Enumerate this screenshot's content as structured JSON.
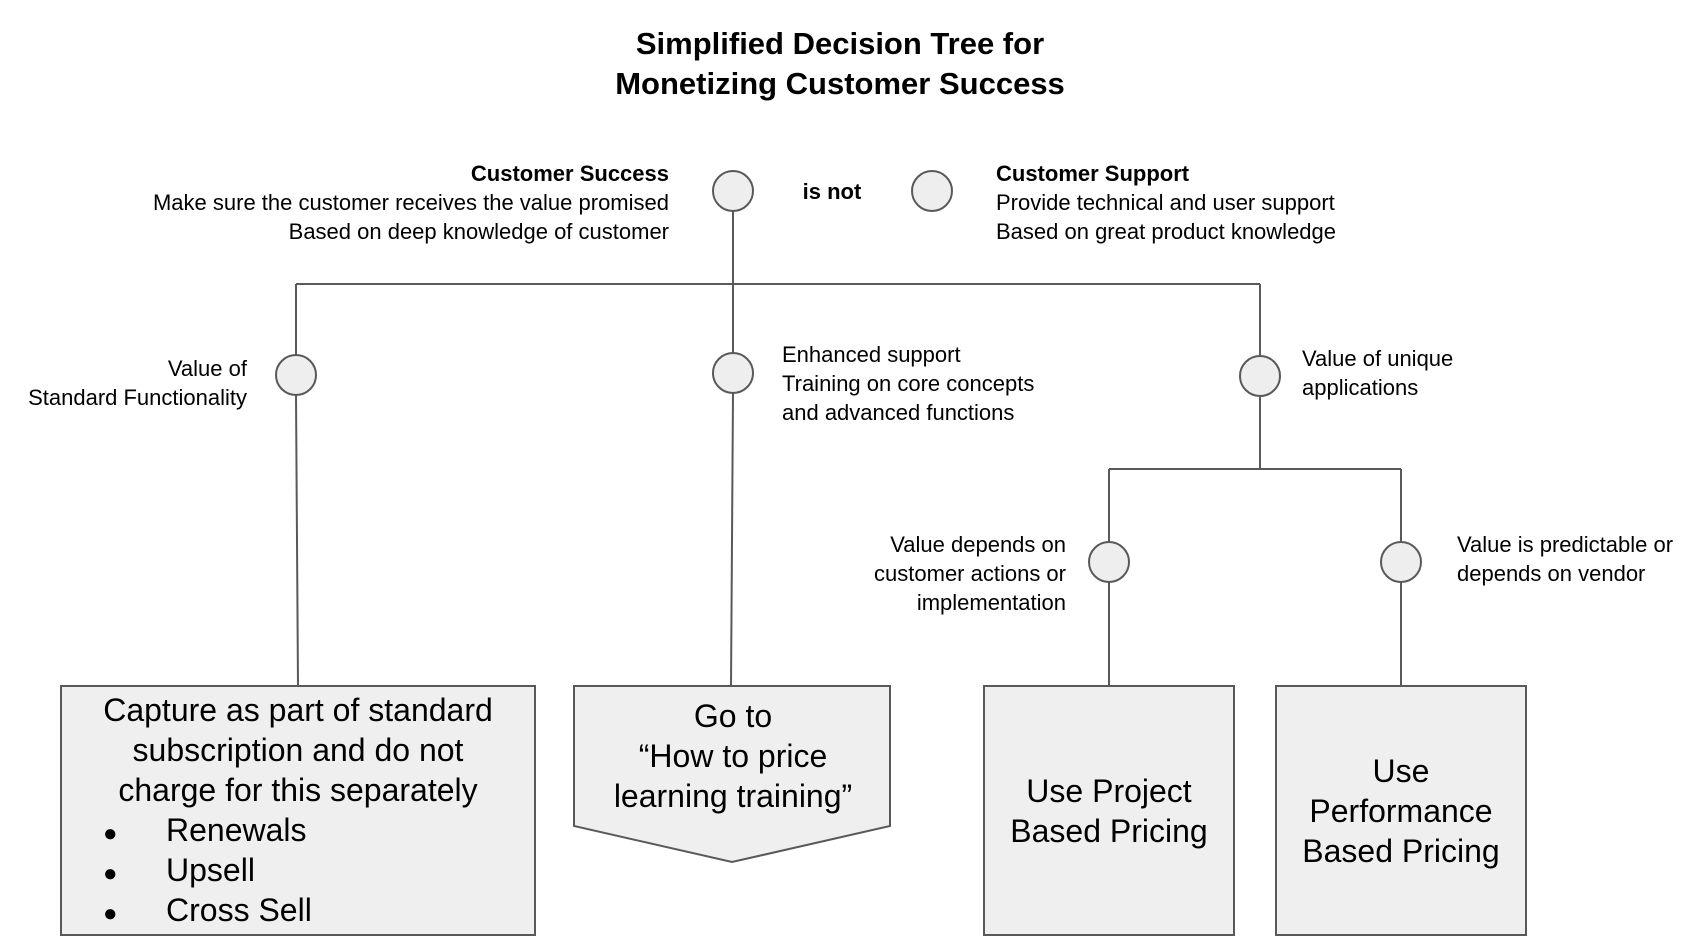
{
  "title": {
    "line1": "Simplified Decision Tree for",
    "line2": "Monetizing Customer Success"
  },
  "root": {
    "left_heading": "Customer Success",
    "left_lines": [
      "Make sure the customer receives the value promised",
      "Based on deep knowledge of customer"
    ],
    "connector": "is not",
    "right_heading": "Customer Support",
    "right_lines": [
      "Provide technical and user support",
      "Based on great product knowledge"
    ]
  },
  "branches": {
    "standard": [
      "Value of",
      "Standard Functionality"
    ],
    "enhanced": [
      "Enhanced support",
      "Training on core concepts",
      "and advanced functions"
    ],
    "unique": [
      "Value of unique",
      "applications"
    ],
    "customer_actions": [
      "Value depends on",
      "customer actions or",
      "implementation"
    ],
    "predictable": [
      "Value is predictable or",
      "depends on vendor"
    ]
  },
  "outcomes": {
    "capture": {
      "lines": [
        "Capture as part of standard",
        "subscription and do not",
        "charge for this separately"
      ],
      "bullet_glyph": "●",
      "bullets": [
        "Renewals",
        "Upsell",
        "Cross Sell"
      ]
    },
    "goto": [
      "Go to",
      "“How to price",
      "learning training”"
    ],
    "project": [
      "Use Project",
      "Based Pricing"
    ],
    "performance": [
      "Use",
      "Performance",
      "Based Pricing"
    ]
  }
}
